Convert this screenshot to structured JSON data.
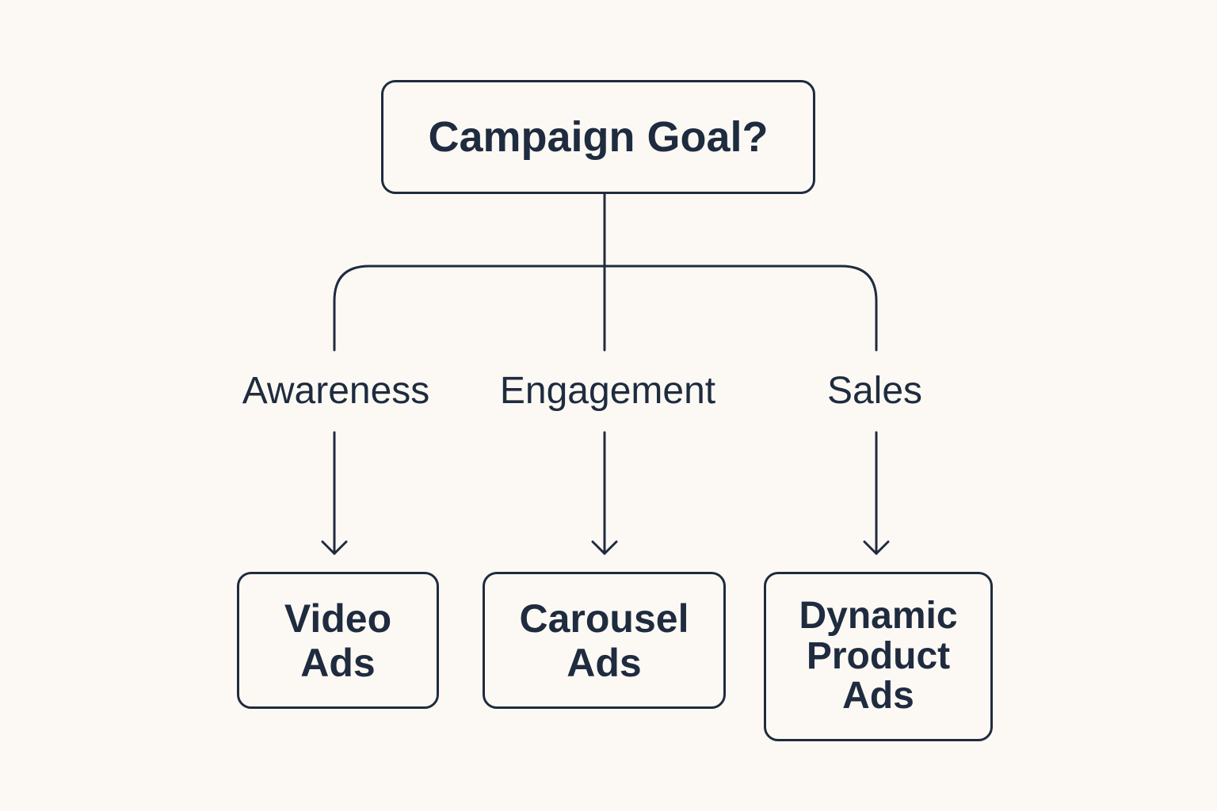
{
  "diagram": {
    "root": {
      "label": "Campaign Goal?"
    },
    "branches": [
      {
        "label": "Awareness",
        "result_lines": [
          "Video",
          "Ads"
        ]
      },
      {
        "label": "Engagement",
        "result_lines": [
          "Carousel",
          "Ads"
        ]
      },
      {
        "label": "Sales",
        "result_lines": [
          "Dynamic",
          "Product",
          "Ads"
        ]
      }
    ]
  },
  "colors": {
    "background": "#fcf9f4",
    "ink": "#1f2b3f"
  }
}
